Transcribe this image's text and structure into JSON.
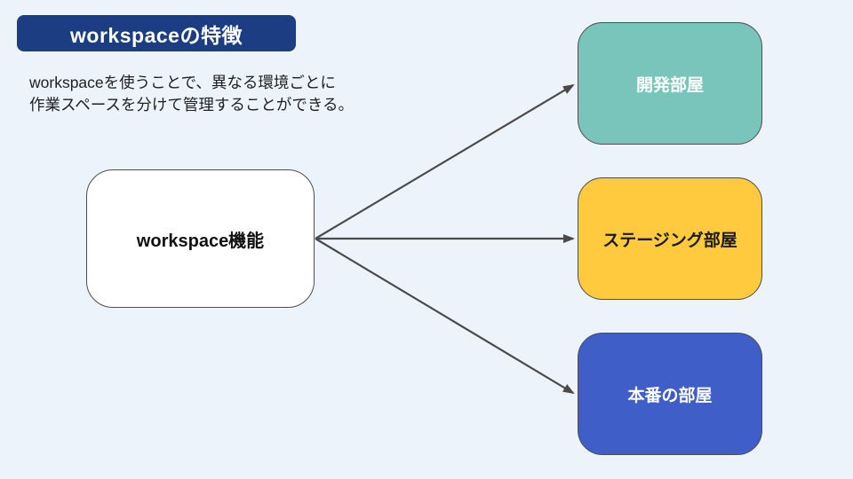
{
  "slide": {
    "title": "workspaceの特徴",
    "description": {
      "line1": "workspaceを使うことで、異なる環境ごとに",
      "line2": "作業スペースを分けて管理することができる。"
    },
    "source_node": {
      "label": "workspace機能",
      "fill": "#ffffff",
      "text_color": "#111111"
    },
    "target_nodes": [
      {
        "id": "dev",
        "label": "開発部屋",
        "fill": "#7ac5bb",
        "text_color": "#ffffff"
      },
      {
        "id": "staging",
        "label": "ステージング部屋",
        "fill": "#ffca3e",
        "text_color": "#1a1a1a"
      },
      {
        "id": "production",
        "label": "本番の部屋",
        "fill": "#3f5ec7",
        "text_color": "#ffffff"
      }
    ],
    "colors": {
      "background": "#edf3fb",
      "title_bg": "#1d3d82",
      "title_text": "#ffffff",
      "body_text": "#1f1f1f",
      "node_border": "#4d4d4d",
      "arrow": "#4a4a4a"
    }
  }
}
